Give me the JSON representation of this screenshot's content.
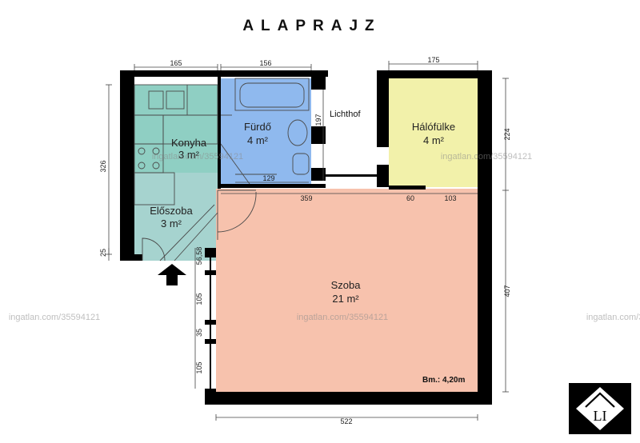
{
  "title": "ALAPRAJZ",
  "rooms": {
    "konyha": {
      "name": "Konyha",
      "area": "3 m²",
      "color": "#8fcfc3"
    },
    "eloszoba": {
      "name": "Előszoba",
      "area": "3 m²",
      "color": "#a6d3cf"
    },
    "furdo": {
      "name": "Fürdő",
      "area": "4 m²",
      "color": "#8fb9ee"
    },
    "halofulke": {
      "name": "Hálófülke",
      "area": "4 m²",
      "color": "#f2f1aa"
    },
    "szoba": {
      "name": "Szoba",
      "area": "21 m²",
      "color": "#f7c2ad"
    }
  },
  "labels": {
    "lichthof": "Lichthof",
    "ceiling_height": "Bm.: 4,20m"
  },
  "dimensions": {
    "top_kitchen": "165",
    "top_bath": "156",
    "top_bedroom": "175",
    "left_kitchen": "326",
    "left_small": "25",
    "bath_inner_right": "197",
    "bath_inner_bottom": "129",
    "room_top": "359",
    "room_top_mid": "60",
    "room_top_right": "103",
    "right_bedroom": "224",
    "right_room": "407",
    "left_window_a": "56,58",
    "left_window_b": "105",
    "left_window_c": "35",
    "left_window_d": "105",
    "bottom_room": "522"
  },
  "watermark": "ingatlan.com/35594121",
  "logo": {
    "text": "LI"
  }
}
